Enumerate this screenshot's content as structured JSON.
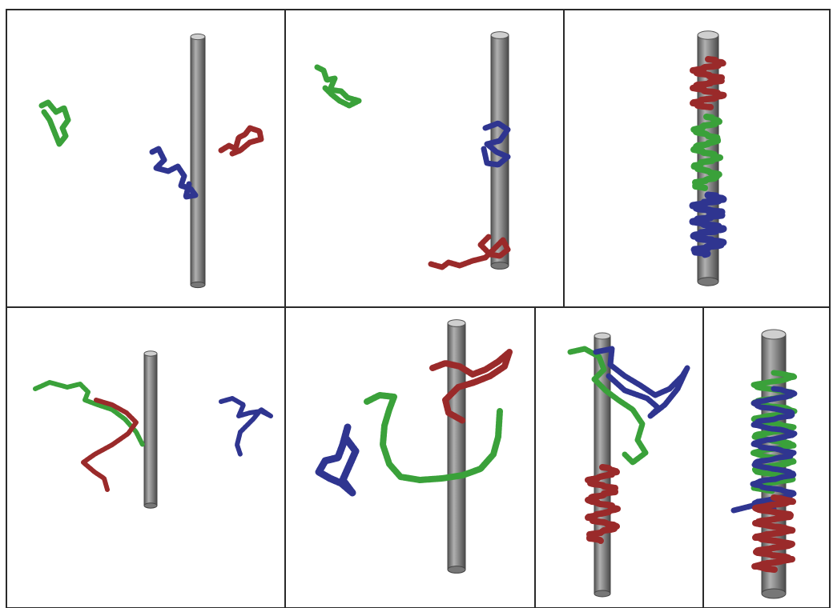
{
  "figure": {
    "panels": [
      {
        "id": "a",
        "rod": "rod",
        "chains": [
          "green",
          "blue",
          "red"
        ]
      },
      {
        "id": "b",
        "rod": "rod",
        "chains": [
          "green",
          "blue",
          "red"
        ]
      },
      {
        "id": "c",
        "rod": "rod",
        "chains": [
          "red",
          "green",
          "blue"
        ]
      },
      {
        "id": "d",
        "rod": "rod",
        "chains": [
          "green",
          "red",
          "blue"
        ]
      },
      {
        "id": "e",
        "rod": "rod",
        "chains": [
          "red",
          "green",
          "blue"
        ]
      },
      {
        "id": "f",
        "rod": "rod",
        "chains": [
          "green",
          "blue",
          "red"
        ]
      },
      {
        "id": "g",
        "rod": "rod",
        "chains": [
          "green",
          "blue",
          "red"
        ]
      }
    ]
  },
  "colors": {
    "border": "#2a2a2a",
    "rod_fill": "#8a8a8a",
    "rod_dark": "#555555",
    "rod_light": "#bdbdbd",
    "green": "#3aa13a",
    "blue": "#2f3590",
    "red": "#9a2a2a"
  }
}
